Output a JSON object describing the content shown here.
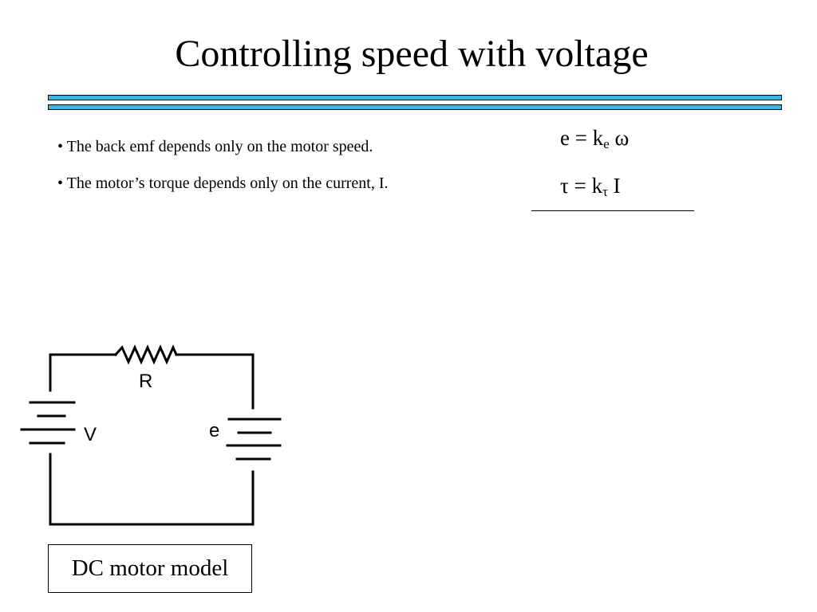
{
  "slide": {
    "title": "Controlling speed with voltage",
    "accent_color": "#3cb4e6"
  },
  "bullets": [
    "• The back emf depends only on the motor speed.",
    "• The motor’s torque depends only on the current, I."
  ],
  "equations": [
    {
      "lhs": "e = k",
      "sub": "e",
      "rhs": " ω"
    },
    {
      "lhs": "τ = k",
      "sub": "τ",
      "rhs": " I"
    }
  ],
  "circuit": {
    "resistor_label": "R",
    "source_label": "V",
    "back_emf_label": "e"
  },
  "caption": "DC motor model"
}
